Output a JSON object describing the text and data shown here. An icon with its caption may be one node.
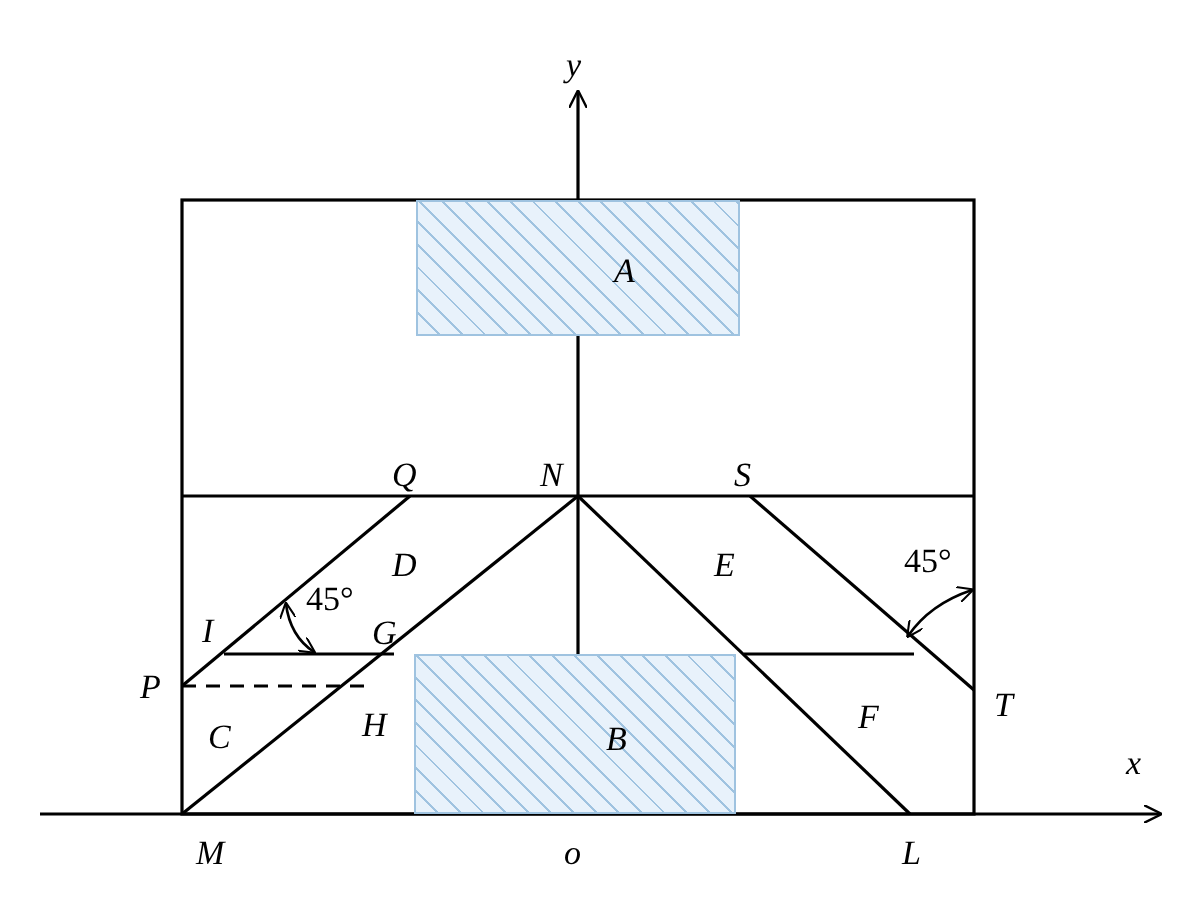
{
  "diagram": {
    "nodes": [
      {
        "text": [
          "A"
        ]
      },
      {
        "text": [
          "B"
        ]
      }
    ],
    "edges": [],
    "labels": [
      "y",
      "Q",
      "N",
      "S",
      "D",
      "E",
      "45°",
      "I",
      "45°",
      "G",
      "P",
      "T",
      "C",
      "H",
      "F",
      "x",
      "M",
      "o",
      "L"
    ]
  }
}
